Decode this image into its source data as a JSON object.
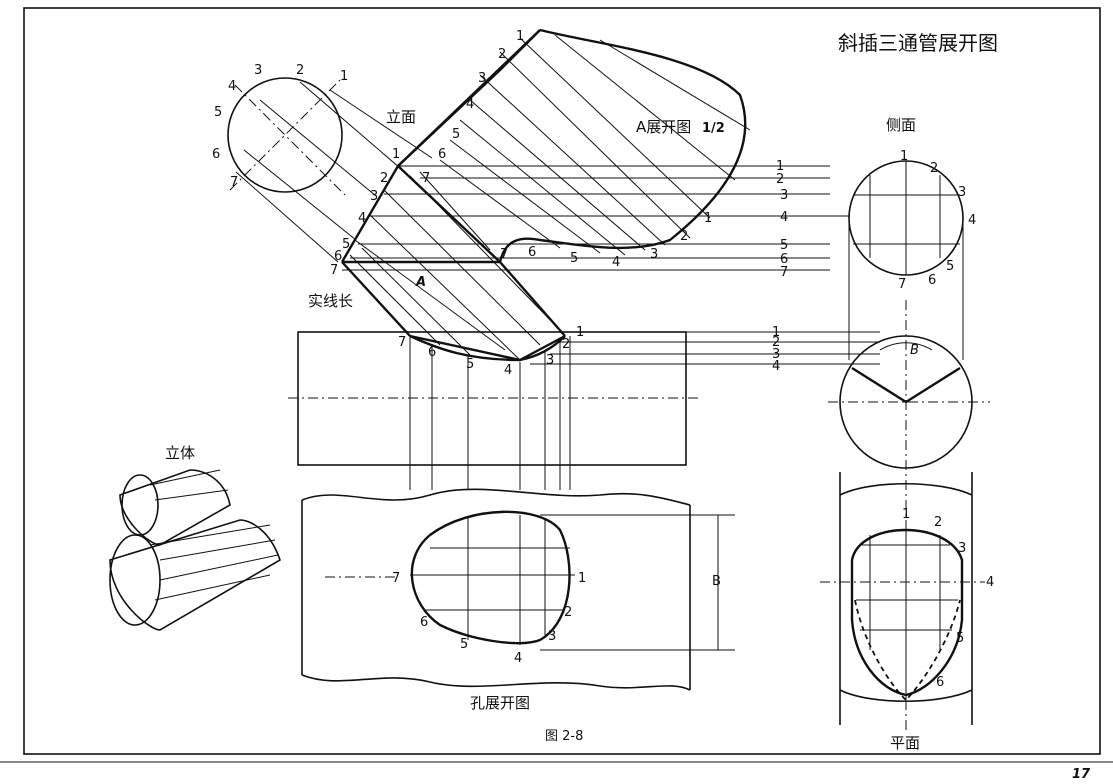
{
  "title": "斜插三通管展开图",
  "views": {
    "front": "立面",
    "side": "侧面",
    "plan": "平面",
    "solid": "立体",
    "hole_development": "孔展开图",
    "true_length": "实线长",
    "development_a": "A展开图",
    "development_fraction": "1/2",
    "label_a": "A",
    "label_b": "B"
  },
  "figure_caption": "图 2-8",
  "page_number": "17",
  "point_labels": [
    "1",
    "2",
    "3",
    "4",
    "5",
    "6",
    "7"
  ]
}
